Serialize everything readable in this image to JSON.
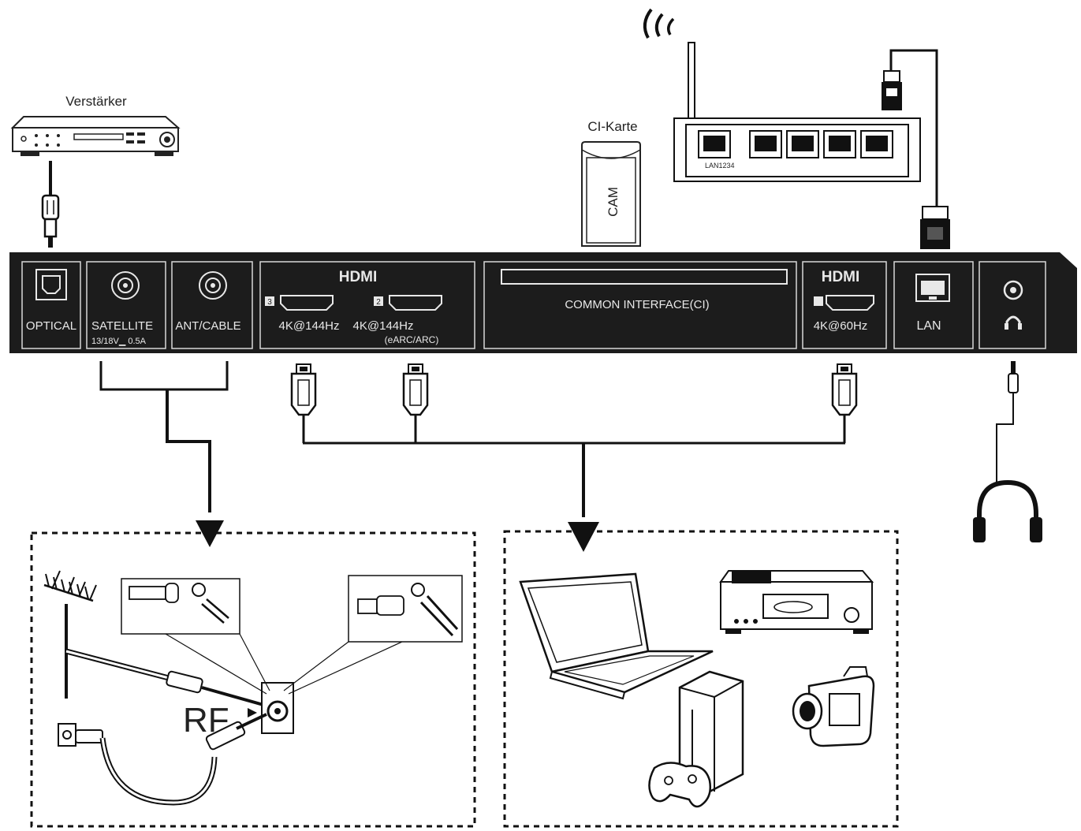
{
  "devices": {
    "amplifier_label": "Verstärker",
    "ci_card_label": "CI-Karte",
    "cam_label": "CAM",
    "router_port_label": "LAN1234",
    "rf_label": "RF"
  },
  "panel": {
    "optical": "OPTICAL",
    "satellite": "SATELLITE",
    "satellite_spec": "13/18V▁ 0.5A",
    "ant_cable": "ANT/CABLE",
    "hdmi_logo": "HDMI",
    "hdmi3_number": "3",
    "hdmi2_number": "2",
    "hdmi3_spec": "4K@144Hz",
    "hdmi2_spec": "4K@144Hz",
    "hdmi2_note": "(eARC/ARC)",
    "common_interface": "COMMON INTERFACE(CI)",
    "hdmi1_spec": "4K@60Hz",
    "lan": "LAN"
  },
  "colors": {
    "panel": "#1c1c1c",
    "panel_text": "#e8e8e8",
    "line": "#111111"
  }
}
